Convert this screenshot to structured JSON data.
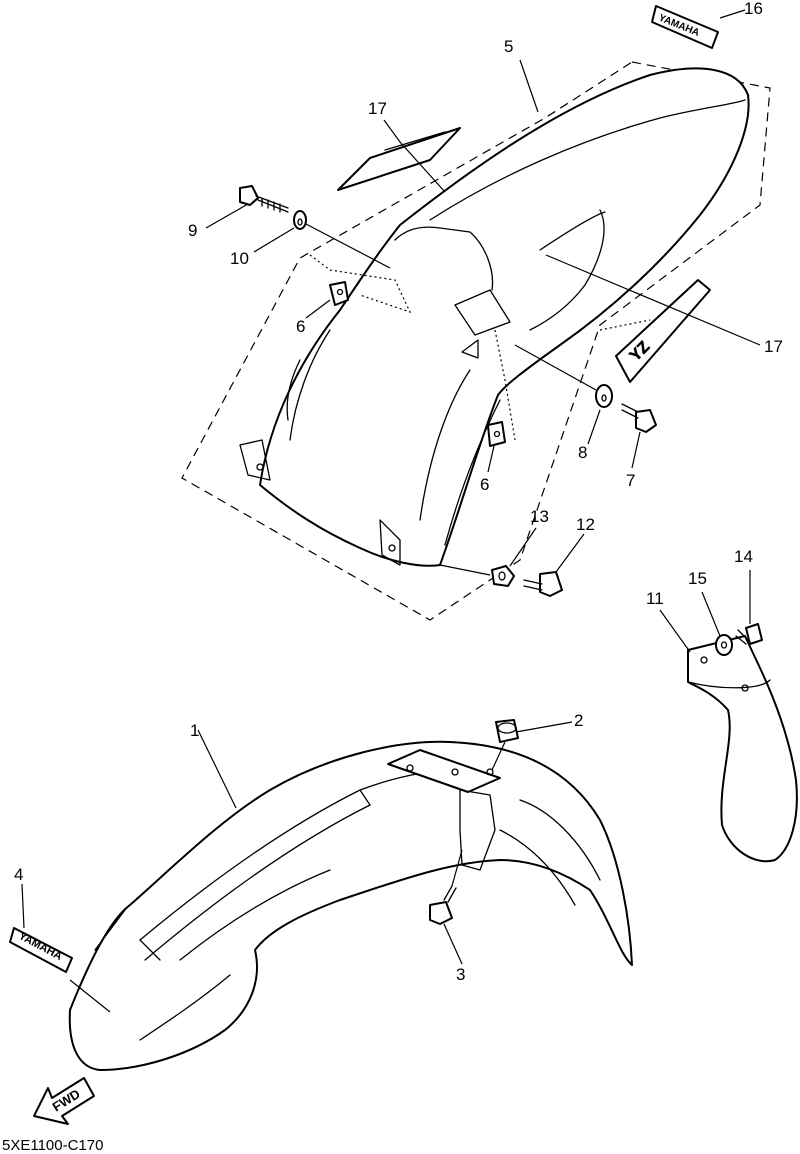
{
  "diagram_code": "5XE1100-C170",
  "fwd_label": "FWD",
  "decal_front_text": "YAMAHA",
  "decal_rear_top_text": "YAMAHA",
  "decal_side_text": "YZ",
  "callouts": {
    "c1": "1",
    "c2": "2",
    "c3": "3",
    "c4": "4",
    "c5": "5",
    "c6a": "6",
    "c6b": "6",
    "c7": "7",
    "c8": "8",
    "c9": "9",
    "c10": "10",
    "c11": "11",
    "c12": "12",
    "c13": "13",
    "c14": "14",
    "c15": "15",
    "c16": "16",
    "c17a": "17",
    "c17b": "17"
  }
}
